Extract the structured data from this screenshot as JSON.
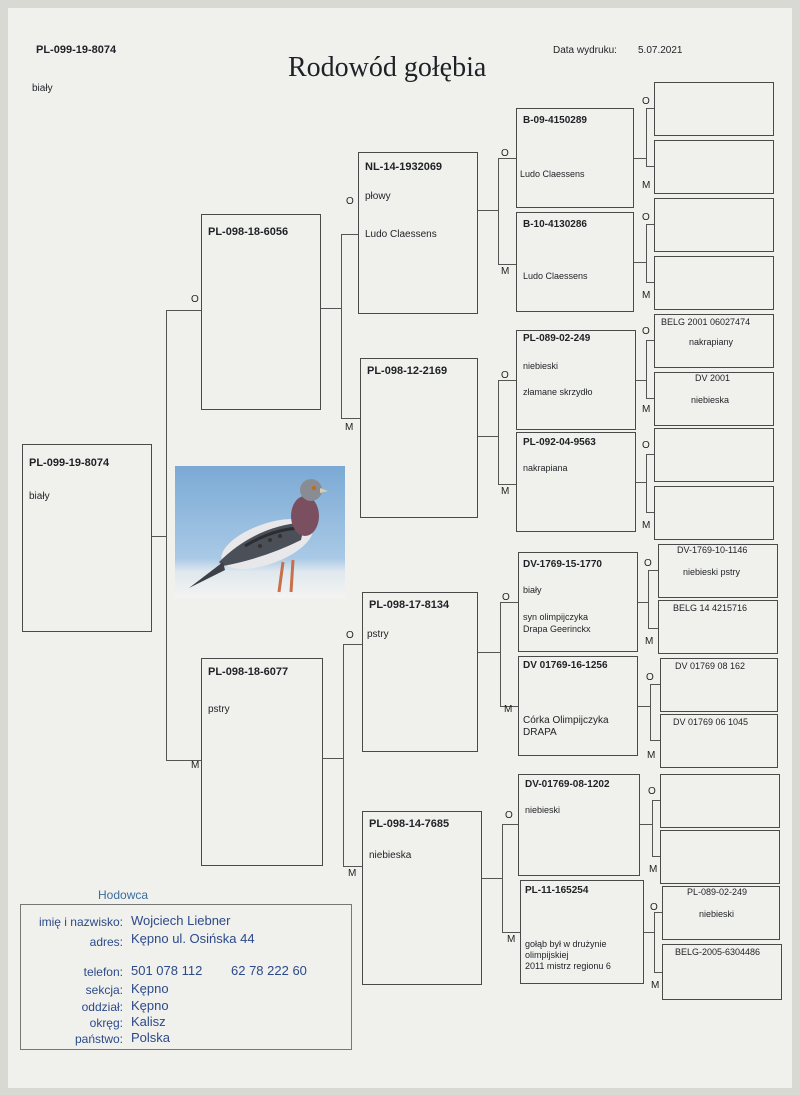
{
  "header": {
    "ring_top": "PL-099-19-8074",
    "color_top": "biały",
    "title": "Rodowód gołębia",
    "print_date_label": "Data wydruku:",
    "print_date": "5.07.2021"
  },
  "subject": {
    "ring": "PL-099-19-8074",
    "color": "biały"
  },
  "gen1": {
    "father": {
      "ring": "PL-098-18-6056"
    },
    "mother": {
      "ring": "PL-098-18-6077",
      "color": "pstry"
    }
  },
  "gen2": {
    "ff": {
      "ring": "NL-14-1932069",
      "color": "płowy",
      "breeder": "Ludo Claessens"
    },
    "fm": {
      "ring": "PL-098-12-2169"
    },
    "mf": {
      "ring": "PL-098-17-8134",
      "color": "pstry"
    },
    "mm": {
      "ring": "PL-098-14-7685",
      "color": "niebieska"
    }
  },
  "gen3": {
    "fff": {
      "ring": "B-09-4150289",
      "note": "Ludo Claessens"
    },
    "ffm": {
      "ring": "B-10-4130286",
      "note": "Ludo Claessens"
    },
    "fmf": {
      "ring": "PL-089-02-249",
      "color": "niebieski",
      "note": "złamane skrzydło"
    },
    "fmm": {
      "ring": "PL-092-04-9563",
      "color": "nakrapiana"
    },
    "mff": {
      "ring": "DV-1769-15-1770",
      "color": "biały",
      "note1": "syn olimpijczyka",
      "note2": "Drapa Geerinckx"
    },
    "mfm": {
      "ring": "DV 01769-16-1256",
      "note1": "Córka Olimpijczyka",
      "note2": "DRAPA"
    },
    "mmf": {
      "ring": "DV-01769-08-1202",
      "color": "niebieski"
    },
    "mmm": {
      "ring": "PL-11-165254",
      "note1": "gołąb był w drużynie",
      "note2": "olimpijskiej",
      "note3": "2011  mistrz regionu 6"
    }
  },
  "gen4": {
    "fmf_f": {
      "ring": "BELG 2001 06027474",
      "color": "nakrapiany"
    },
    "fmf_m": {
      "ring": "DV 2001",
      "color": "niebieska"
    },
    "mff_f": {
      "ring": "DV-1769-10-1146",
      "color": "niebieski pstry"
    },
    "mff_m": {
      "ring": "BELG 14 4215716"
    },
    "mfm_f": {
      "ring": "DV 01769 08 162"
    },
    "mfm_m": {
      "ring": "DV 01769 06 1045"
    },
    "mmm_f": {
      "ring": "PL-089-02-249",
      "color": "niebieski"
    },
    "mmm_m": {
      "ring": "BELG-2005-6304486"
    }
  },
  "labels": {
    "o": "O",
    "m": "M"
  },
  "breeder": {
    "section_title": "Hodowca",
    "name_label": "imię i nazwisko:",
    "name": "Wojciech Liebner",
    "address_label": "adres:",
    "address": "Kępno  ul.  Osińska 44",
    "phone_label": "telefon:",
    "phone1": "501 078 112",
    "phone2": "62 78 222 60",
    "section_label": "sekcja:",
    "section": "Kępno",
    "branch_label": "oddział:",
    "branch": "Kępno",
    "district_label": "okręg:",
    "district": "Kalisz",
    "country_label": "państwo:",
    "country": "Polska"
  }
}
